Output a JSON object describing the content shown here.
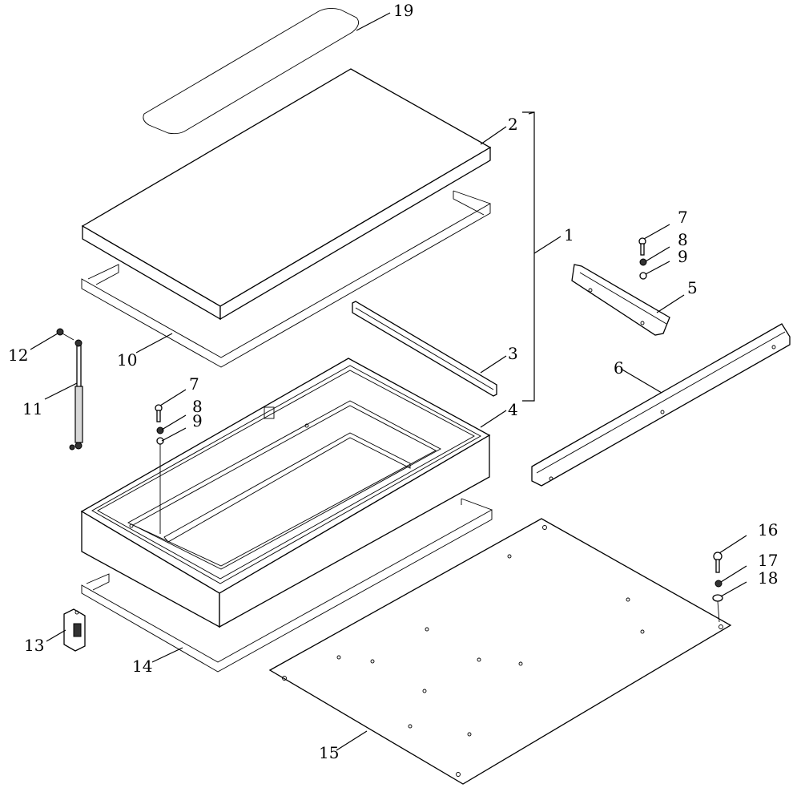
{
  "callouts": {
    "c1": "1",
    "c2": "2",
    "c3": "3",
    "c4": "4",
    "c5": "5",
    "c6": "6",
    "c7a": "7",
    "c8a": "8",
    "c9a": "9",
    "c7b": "7",
    "c8b": "8",
    "c9b": "9",
    "c10": "10",
    "c11": "11",
    "c12": "12",
    "c13": "13",
    "c14": "14",
    "c15": "15",
    "c16": "16",
    "c17": "17",
    "c18": "18",
    "c19": "19"
  }
}
